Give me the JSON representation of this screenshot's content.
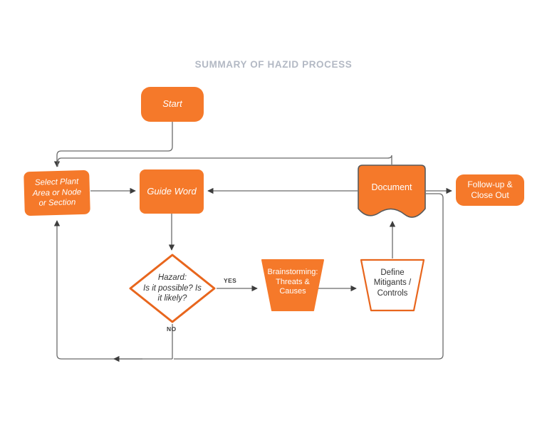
{
  "diagram": {
    "title": "SUMMARY OF HAZID PROCESS",
    "colors": {
      "fill_orange": "#f5792a",
      "stroke_orange": "#e8661d",
      "connector_gray": "#5a5a5a",
      "title_gray": "#b3b9c4",
      "text_dark": "#333333",
      "text_light": "#ffffff",
      "background": "#ffffff"
    },
    "nodes": {
      "start": {
        "label": "Start",
        "shape": "stadium",
        "style": "filled-orange"
      },
      "select_plant": {
        "label": "Select Plant\nArea or Node\nor Section",
        "shape": "rounded-rect",
        "style": "filled-orange"
      },
      "guide_word": {
        "label": "Guide Word",
        "shape": "rounded-rect",
        "style": "filled-orange"
      },
      "document": {
        "label": "Document",
        "shape": "document",
        "style": "filled-orange"
      },
      "followup": {
        "label": "Follow-up &\nClose Out",
        "shape": "stadium",
        "style": "filled-orange"
      },
      "hazard": {
        "label": "Hazard:\nIs it possible? Is\nit likely?",
        "shape": "diamond",
        "style": "outline-orange"
      },
      "brainstorm": {
        "label": "Brainstorming:\nThreats &\nCauses",
        "shape": "trapezoid",
        "style": "filled-orange"
      },
      "mitigants": {
        "label": "Define\nMitigants /\nControls",
        "shape": "trapezoid",
        "style": "outline-orange"
      }
    },
    "edge_labels": {
      "yes": "YES",
      "no": "NO"
    },
    "edges": [
      {
        "from": "start",
        "to": "select_plant",
        "label": ""
      },
      {
        "from": "select_plant",
        "to": "guide_word",
        "label": ""
      },
      {
        "from": "guide_word",
        "to": "hazard",
        "label": ""
      },
      {
        "from": "hazard",
        "to": "brainstorm",
        "label": "YES"
      },
      {
        "from": "hazard",
        "to": "select_plant",
        "label": "NO"
      },
      {
        "from": "brainstorm",
        "to": "mitigants",
        "label": ""
      },
      {
        "from": "mitigants",
        "to": "document",
        "label": ""
      },
      {
        "from": "document",
        "to": "guide_word",
        "label": ""
      },
      {
        "from": "document",
        "to": "select_plant",
        "label": ""
      },
      {
        "from": "document",
        "to": "followup",
        "label": ""
      },
      {
        "from": "document",
        "to": "select_plant_bottom",
        "label": ""
      }
    ]
  }
}
